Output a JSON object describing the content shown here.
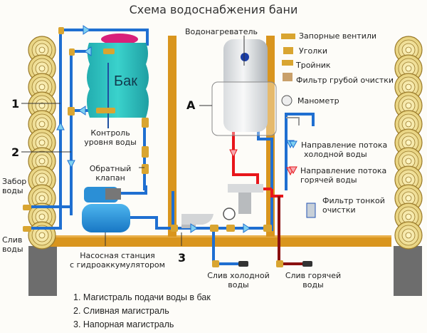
{
  "title": "Схема водоснабжения бани",
  "tank": {
    "label": "Бак"
  },
  "heater": {
    "label": "Водонагреватель",
    "zone_label": "А"
  },
  "callouts": {
    "level_control": [
      "Контроль",
      "уровня воды"
    ],
    "check_valve": [
      "Обратный",
      "клапан"
    ],
    "intake": [
      "Забор",
      "воды"
    ],
    "drain": [
      "Слив",
      "воды"
    ],
    "pump_station": [
      "Насосная станция",
      "с гидроаккумулятором"
    ],
    "cold_drain": [
      "Слив холодной",
      "воды"
    ],
    "hot_drain": [
      "Слив горячей",
      "воды"
    ]
  },
  "line_numbers": {
    "one": "1",
    "two": "2",
    "three": "3"
  },
  "legend": {
    "shutoff_valves": "Запорные вентили",
    "elbows": "Уголки",
    "tee": "Тройник",
    "coarse_filter": "Фильтр грубой очистки",
    "pressure_gauge": "Манометр",
    "cold_flow": [
      "Направление потока",
      "холодной воды"
    ],
    "hot_flow": [
      "Направление потока",
      "горячей воды"
    ],
    "fine_filter": [
      "Фильтр тонкой",
      "очистки"
    ]
  },
  "lines_list": [
    "1. Магистраль подачи воды в бак",
    "2. Сливная магистраль",
    "3. Напорная магистраль"
  ],
  "colors": {
    "cold_pipe": "#1f6fd1",
    "hot_pipe": "#e8161b",
    "hot_drain_pipe": "#8b1010",
    "wood_beam": "#d9951e",
    "log": "#f2e3a0",
    "foundation": "#6d6d6d",
    "tank": "#2fc4c0",
    "fitting": "#d9a531"
  }
}
